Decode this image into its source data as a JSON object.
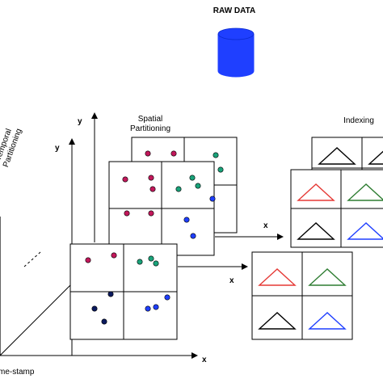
{
  "title": "RAW DATA",
  "labels": {
    "spatial_line1": "Spatial",
    "spatial_line2": "Partitioning",
    "indexing": "Indexing",
    "temporal_line1": "Temporal",
    "temporal_line2": "Partitioning",
    "timestamp": "me-stamp",
    "axis_y": "y",
    "axis_x": "x"
  },
  "colors": {
    "database": "#1f3fff",
    "magenta": "#c2185b",
    "teal": "#1aa37a",
    "blue": "#1f3fff",
    "navy": "#0b1a5e",
    "red_triangle": "#e53935",
    "green_triangle": "#2e7d32",
    "black_triangle": "#000000",
    "blue_triangle": "#1f3fff"
  },
  "grid_cells": {
    "top_left": "magenta",
    "top_right": "teal",
    "bottom_left_front": "navy",
    "bottom_left_back": "magenta",
    "bottom_right": "blue"
  },
  "index_cells": {
    "top_left": "red_triangle",
    "top_right": "green_triangle",
    "bottom_left": "black_triangle",
    "bottom_right": "blue_triangle"
  }
}
